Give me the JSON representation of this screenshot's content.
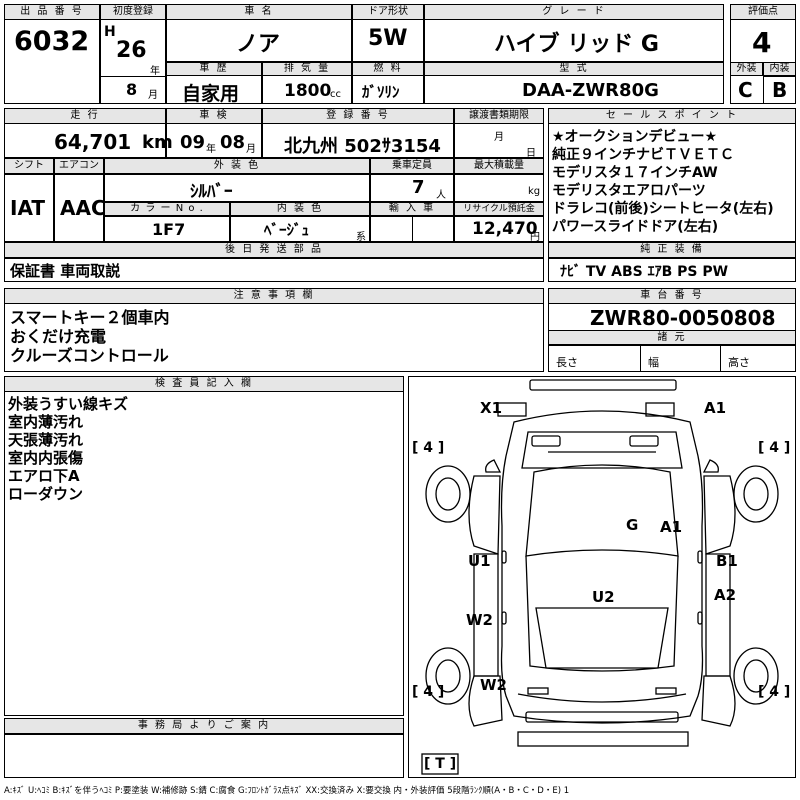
{
  "header": {
    "lot_no_label": "出 品 番 号",
    "lot_no": "6032",
    "first_reg_label": "初度登録",
    "era": "H",
    "year": "26",
    "year_unit": "年",
    "month": "8",
    "month_unit": "月",
    "car_name_label": "車 名",
    "car_name": "ノア",
    "door_label": "ドア形状",
    "door": "5W",
    "grade_label": "グ レ ー ド",
    "grade": "ハイブ リッド G",
    "score_label": "評価点",
    "score": "4",
    "history_label": "車 歴",
    "history": "自家用",
    "displacement_label": "排 気 量",
    "displacement": "1800",
    "displacement_unit": "cc",
    "fuel_label": "燃 料",
    "fuel": "ｶﾞｿﾘﾝ",
    "model_label": "型 式",
    "model": "DAA-ZWR80G",
    "exterior_label": "外装",
    "exterior": "C",
    "interior_label": "内装",
    "interior": "B"
  },
  "row2": {
    "mileage_label": "走 行",
    "mileage": "64,701",
    "mileage_unit": "km",
    "inspection_label": "車 検",
    "insp_year": "09",
    "insp_year_unit": "年",
    "insp_month": "08",
    "insp_month_unit": "月",
    "reg_no_label": "登 録 番 号",
    "reg_no": "北九州 502ｻ3154",
    "transfer_label": "譲渡書類期限",
    "transfer_month_unit": "月",
    "transfer_day_unit": "日"
  },
  "row3": {
    "shift_label": "シフト",
    "shift": "IAT",
    "ac_label": "エアコン",
    "ac": "AAC",
    "ext_color_label": "外 装 色",
    "ext_color": "ｼﾙﾊﾞｰ",
    "capacity_label": "乗車定員",
    "capacity": "7",
    "capacity_unit": "人",
    "max_load_label": "最大積載量",
    "max_load_unit": "kg",
    "color_no_label": "カ ラ ー  N o .",
    "color_no": "1F7",
    "int_color_label": "内 装 色",
    "int_color": "ﾍﾞｰｼﾞｭ",
    "int_color_unit": "系",
    "import_label": "輸 入 車",
    "recycle_label": "リサイクル預託金",
    "recycle": "12,470",
    "recycle_unit": "円"
  },
  "later_parts": {
    "label": "後 日 発 送 部 品",
    "text": "保証書 車両取説"
  },
  "sales_points": {
    "label": "セ ー ル ス ポ イ ン ト",
    "lines": [
      "★オークションデビュー★",
      "純正９インチナビＴＶＥＴＣ",
      "モデリスタ１７インチAW",
      "モデリスタエアロパーツ",
      "ドラレコ(前後)シートヒータ(左右)",
      "パワースライドドア(左右)"
    ]
  },
  "equipment": {
    "label": "純 正 装 備",
    "text": "ﾅﾋﾞ TV ABS ｴｱB PS PW"
  },
  "notes": {
    "label": "注 意 事 項 欄",
    "lines": [
      "スマートキー２個車内",
      "おくだけ充電",
      "クルーズコントロール"
    ]
  },
  "chassis": {
    "label": "車 台 番 号",
    "value": "ZWR80-0050808"
  },
  "dims": {
    "label": "諸 元",
    "length": "長さ",
    "width": "幅",
    "height": "高さ"
  },
  "inspector": {
    "label": "検 査 員 記 入 欄",
    "lines": [
      "外装うすい線キズ",
      "室内薄汚れ",
      "天張薄汚れ",
      "室内内張傷",
      "エアロ下A",
      "ローダウン"
    ]
  },
  "office": {
    "label": "事 務 局 よ り ご 案 内"
  },
  "diagram": {
    "damage_marks": [
      "X1",
      "A1",
      "G",
      "A1",
      "U1",
      "B1",
      "U2",
      "A2",
      "W2",
      "W2"
    ],
    "tire_marks": [
      "[ 4 ]",
      "[ 4 ]",
      "[ 4 ]",
      "[ 4 ]"
    ],
    "spare_mark": "[ T ]"
  },
  "legend": "A:ｷｽﾞ U:ﾍｺﾐ B:ｷｽﾞを伴うﾍｺﾐ P:要塗装 W:補修跡 S:錆 C:腐食 G:ﾌﾛﾝﾄｶﾞﾗｽ点ｷｽﾞ XX:交換済み X:要交換  内・外装評価 5段階ﾗﾝｸ順(A・B・C・D・E) 1"
}
